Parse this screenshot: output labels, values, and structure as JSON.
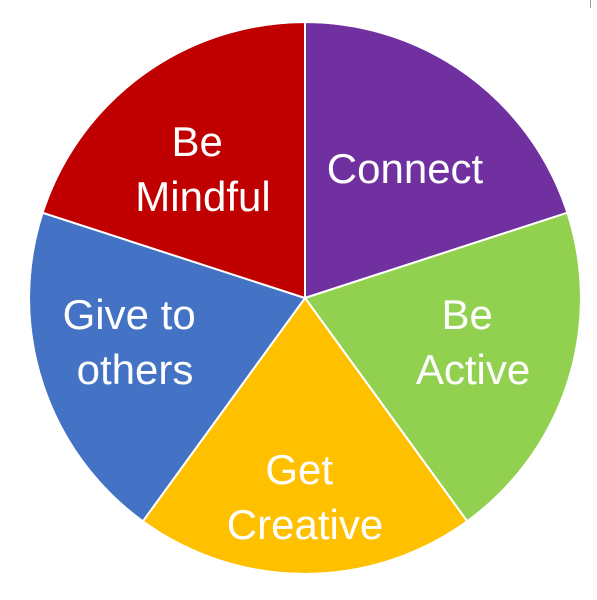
{
  "diagram": {
    "segments": [
      {
        "id": "connect",
        "lines": [
          "Connect"
        ],
        "color": "#7030a0"
      },
      {
        "id": "be-active",
        "lines": [
          "Be",
          "Active"
        ],
        "color": "#92d050"
      },
      {
        "id": "get-creative",
        "lines": [
          "Get",
          "Creative"
        ],
        "color": "#ffc000"
      },
      {
        "id": "give-to-others",
        "lines": [
          "Give to",
          "others"
        ],
        "color": "#4472c4"
      },
      {
        "id": "be-mindful",
        "lines": [
          "Be",
          "Mindful"
        ],
        "color": "#c00000"
      }
    ]
  }
}
